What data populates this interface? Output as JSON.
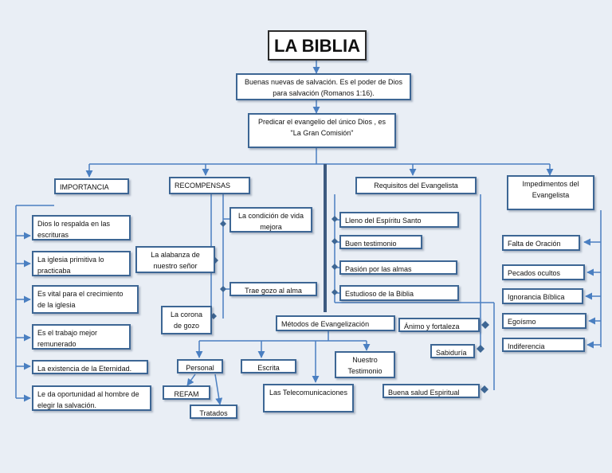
{
  "title": "LA BIBLIA",
  "definition": "Buenas nuevas de salvación. Es el poder de Dios para salvación (Romanos 1:16).",
  "purpose": "Predicar el evangelio del único Dios , es \"La Gran Comisión\"",
  "importancia": {
    "header": "IMPORTANCIA",
    "items": [
      "Dios lo respalda en las escrituras",
      "La iglesia primitiva lo practicaba",
      "Es vital para el crecimiento de la iglesia",
      "Es el trabajo mejor remunerado",
      "La existencia de la Eternidad.",
      "Le da oportunidad al hombre de elegir la salvación."
    ]
  },
  "recompensas": {
    "header": "RECOMPENSAS",
    "items": [
      "La condición de vida mejora",
      "La alabanza de nuestro señor",
      "Trae gozo al alma",
      "La corona de gozo"
    ]
  },
  "requisitos": {
    "header": "Requisitos del Evangelista",
    "items": [
      "Lleno del Espíritu Santo",
      "Buen testimonio",
      "Pasión por las almas",
      "Estudioso de la Biblia",
      "Ánimo y fortaleza",
      "Sabiduría",
      "Buena salud Espiritual"
    ]
  },
  "impedimentos": {
    "header": "Impedimentos del Evangelista",
    "items": [
      "Falta de Oración",
      "Pecados ocultos",
      "Ignorancia Bíblica",
      "Egoísmo",
      "Indiferencia"
    ]
  },
  "metodos": {
    "header": "Métodos de Evangelización",
    "items": [
      "Personal",
      "Escrita",
      "Las Telecomunicaciones",
      "Nuestro Testimonio",
      "REFAM",
      "Tratados"
    ]
  },
  "colors": {
    "line": "#4a7fc1",
    "border": "#3d6694",
    "background": "#e9eef5"
  }
}
